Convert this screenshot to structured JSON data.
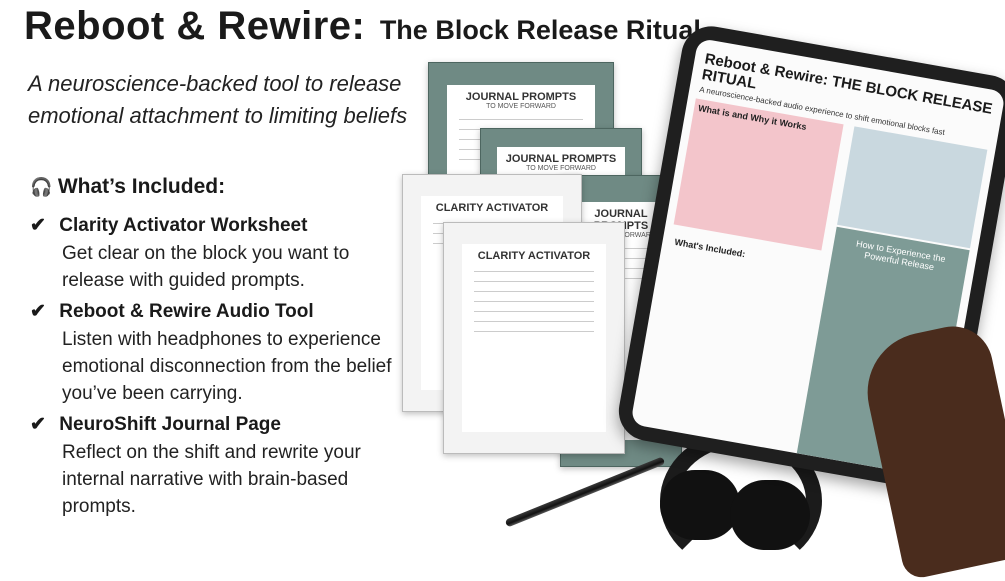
{
  "title": {
    "main": "Reboot & Rewire:",
    "sub": "The Block Release Ritual"
  },
  "intro": "A neuroscience-backed tool to release emotional attachment to limiting beliefs",
  "included": {
    "icon": "headphones-icon",
    "heading": "What’s Included:",
    "items": [
      {
        "title": "Clarity Activator Worksheet",
        "desc": "Get clear on the block you want to release with guided prompts."
      },
      {
        "title": "Reboot & Rewire Audio Tool",
        "desc": "Listen with headphones to experience emotional disconnection from the belief you’ve been carrying."
      },
      {
        "title": "NeuroShift Journal Page",
        "desc": "Reflect on the shift and rewrite your internal narrative with brain-based prompts."
      }
    ]
  },
  "collage": {
    "journal_title": "JOURNAL PROMPTS",
    "journal_sub": "TO MOVE FORWARD",
    "activator_title": "CLARITY ACTIVATOR",
    "tablet_title": "Reboot & Rewire: THE BLOCK RELEASE RITUAL",
    "tablet_sub": "A neuroscience-backed audio experience to shift emotional blocks fast",
    "tablet_what": "What is and Why it Works",
    "tablet_included": "What's Included:",
    "tablet_how": "How to Experience the Powerful Release"
  }
}
